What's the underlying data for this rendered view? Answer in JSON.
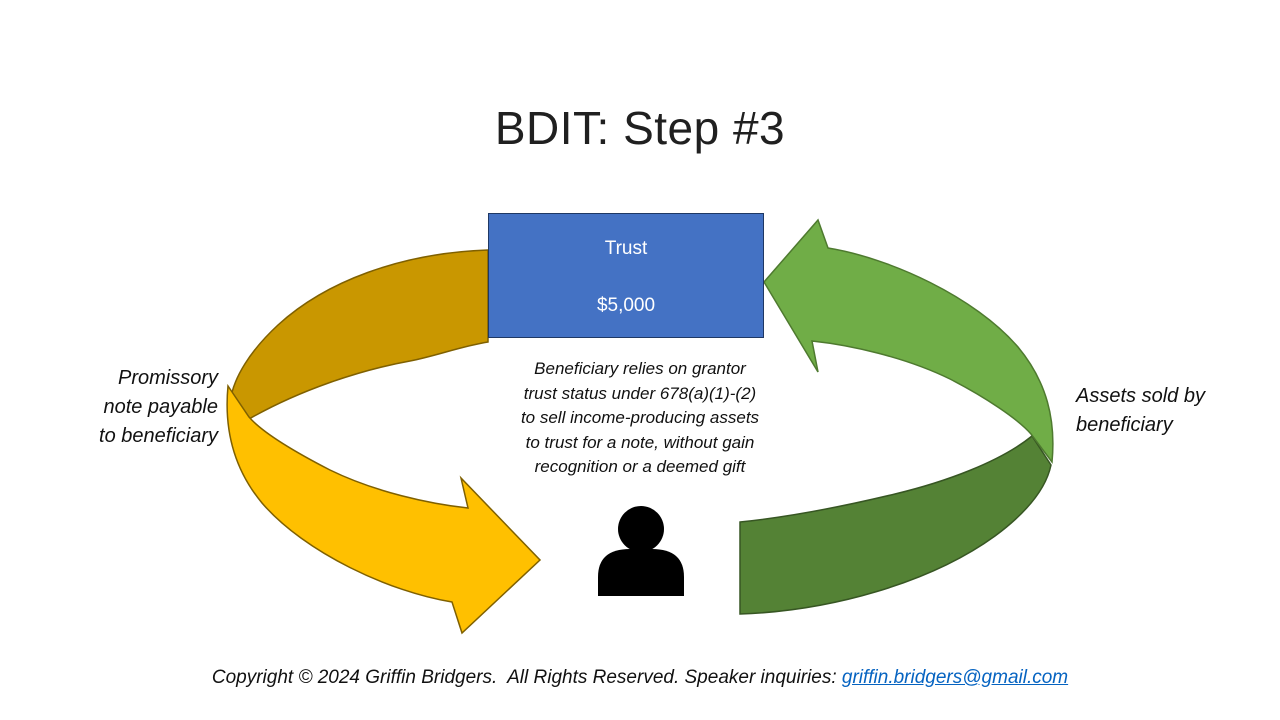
{
  "slide": {
    "title": "BDIT: Step #3",
    "trust_box": {
      "name": "Trust",
      "amount": "$5,000"
    },
    "center_note": "Beneficiary relies on grantor\ntrust status under 678(a)(1)-(2)\nto sell income-producing assets\nto trust for a note, without gain\nrecognition or a deemed gift",
    "left_label": "Promissory\nnote payable\nto beneficiary",
    "right_label": "Assets sold by\nbeneficiary",
    "footer": {
      "prefix": "Copyright © 2024 Griffin Bridgers.  All Rights Reserved. Speaker inquiries: ",
      "link_text": "griffin.bridgers@gmail.com"
    },
    "icons": {
      "person_icon": "beneficiary-person-icon",
      "left_arrow": "promissory-note-curved-arrow",
      "right_arrow": "assets-sold-curved-arrow"
    },
    "colors": {
      "trust_fill": "#4472C4",
      "trust_border": "#1f3864",
      "arrow_gold_dark": "#C99700",
      "arrow_gold_light": "#FFC000",
      "arrow_green_light": "#70AD47",
      "arrow_green_dark": "#548235",
      "link": "#0563C1",
      "person": "#000000"
    }
  }
}
